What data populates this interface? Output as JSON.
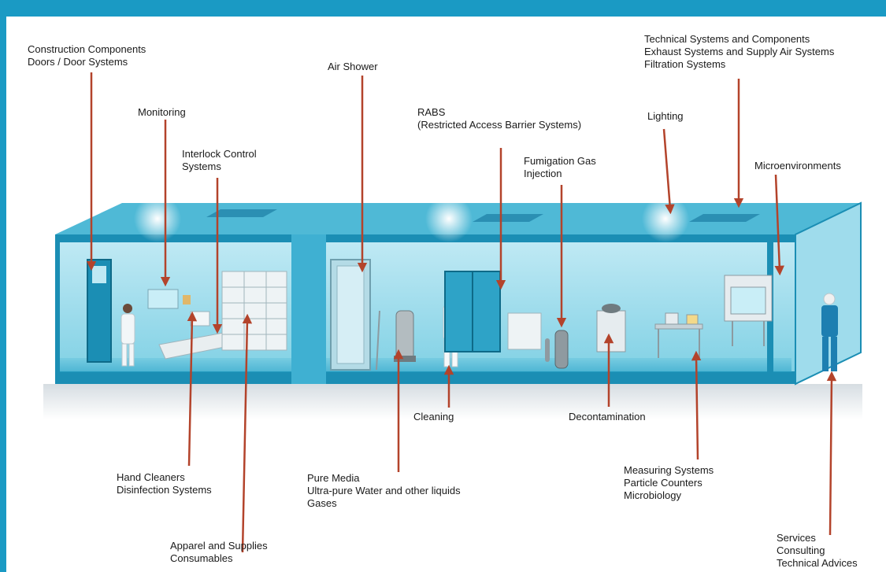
{
  "colors": {
    "frame": "#1a9ac4",
    "room_wall": "#7fd0e4",
    "room_edge": "#1b8eb4",
    "arrow": "#b3432b"
  },
  "labels": {
    "construction": {
      "line1": "Construction Components",
      "line2": "Doors / Door Systems"
    },
    "monitoring": {
      "line1": "Monitoring"
    },
    "interlock": {
      "line1": "Interlock Control",
      "line2": "Systems"
    },
    "air_shower": {
      "line1": "Air Shower"
    },
    "rabs": {
      "line1": "RABS",
      "line2": "(Restricted Access Barrier Systems)"
    },
    "fumigation": {
      "line1": "Fumigation Gas",
      "line2": "Injection"
    },
    "lighting": {
      "line1": "Lighting"
    },
    "technical": {
      "line1": "Technical Systems and Components",
      "line2": "Exhaust Systems and Supply Air Systems",
      "line3": "Filtration Systems"
    },
    "microenvironments": {
      "line1": "Microenvironments"
    },
    "cleaning": {
      "line1": "Cleaning"
    },
    "decontamination": {
      "line1": "Decontamination"
    },
    "hand_cleaners": {
      "line1": "Hand Cleaners",
      "line2": "Disinfection Systems"
    },
    "pure_media": {
      "line1": "Pure Media",
      "line2": "Ultra-pure Water and other liquids",
      "line3": "Gases"
    },
    "measuring": {
      "line1": "Measuring Systems",
      "line2": "Particle Counters",
      "line3": "Microbiology"
    },
    "apparel": {
      "line1": "Apparel and Supplies",
      "line2": "Consumables"
    },
    "services": {
      "line1": "Services",
      "line2": "Consulting",
      "line3": "Technical Advices"
    }
  }
}
